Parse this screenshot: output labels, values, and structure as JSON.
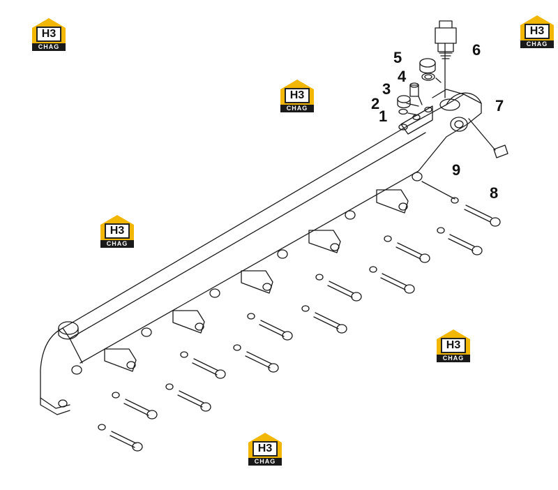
{
  "callouts": [
    {
      "id": "1",
      "label": "1"
    },
    {
      "id": "2",
      "label": "2"
    },
    {
      "id": "3",
      "label": "3"
    },
    {
      "id": "4",
      "label": "4"
    },
    {
      "id": "5",
      "label": "5"
    },
    {
      "id": "6",
      "label": "6"
    },
    {
      "id": "7",
      "label": "7"
    },
    {
      "id": "8",
      "label": "8"
    },
    {
      "id": "9",
      "label": "9"
    }
  ],
  "watermark": {
    "mark": "H3",
    "word": "CHAG"
  },
  "colors": {
    "line": "#1a1a1a",
    "accent": "#f2b705",
    "background": "#ffffff"
  }
}
